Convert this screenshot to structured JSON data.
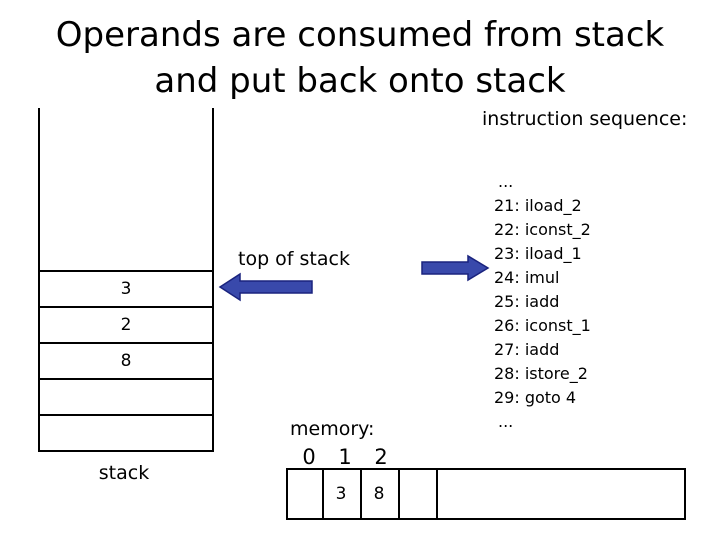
{
  "title": {
    "line1": "Operands are consumed from stack",
    "line2": "and put back onto stack"
  },
  "sequence": {
    "heading": "instruction sequence:",
    "items": [
      "...",
      "21: iload_2",
      "22: iconst_2",
      "23: iload_1",
      "24: imul",
      "25: iadd",
      "26: iconst_1",
      "27: iadd",
      "28: istore_2",
      "29: goto 4",
      "..."
    ]
  },
  "stack": {
    "label": "stack",
    "cells": [
      "3",
      "2",
      "8",
      "",
      ""
    ]
  },
  "top_of_stack": {
    "label": "top of stack"
  },
  "memory": {
    "label": "memory:",
    "indices": [
      "0",
      "1",
      "2"
    ],
    "values": [
      "",
      "3",
      "8"
    ]
  },
  "colors": {
    "arrow_fill": "#3949AB",
    "arrow_stroke": "#1A237E"
  },
  "icons": {
    "pointer_arrow": "left-arrow-icon",
    "pc_arrow": "right-arrow-icon"
  }
}
